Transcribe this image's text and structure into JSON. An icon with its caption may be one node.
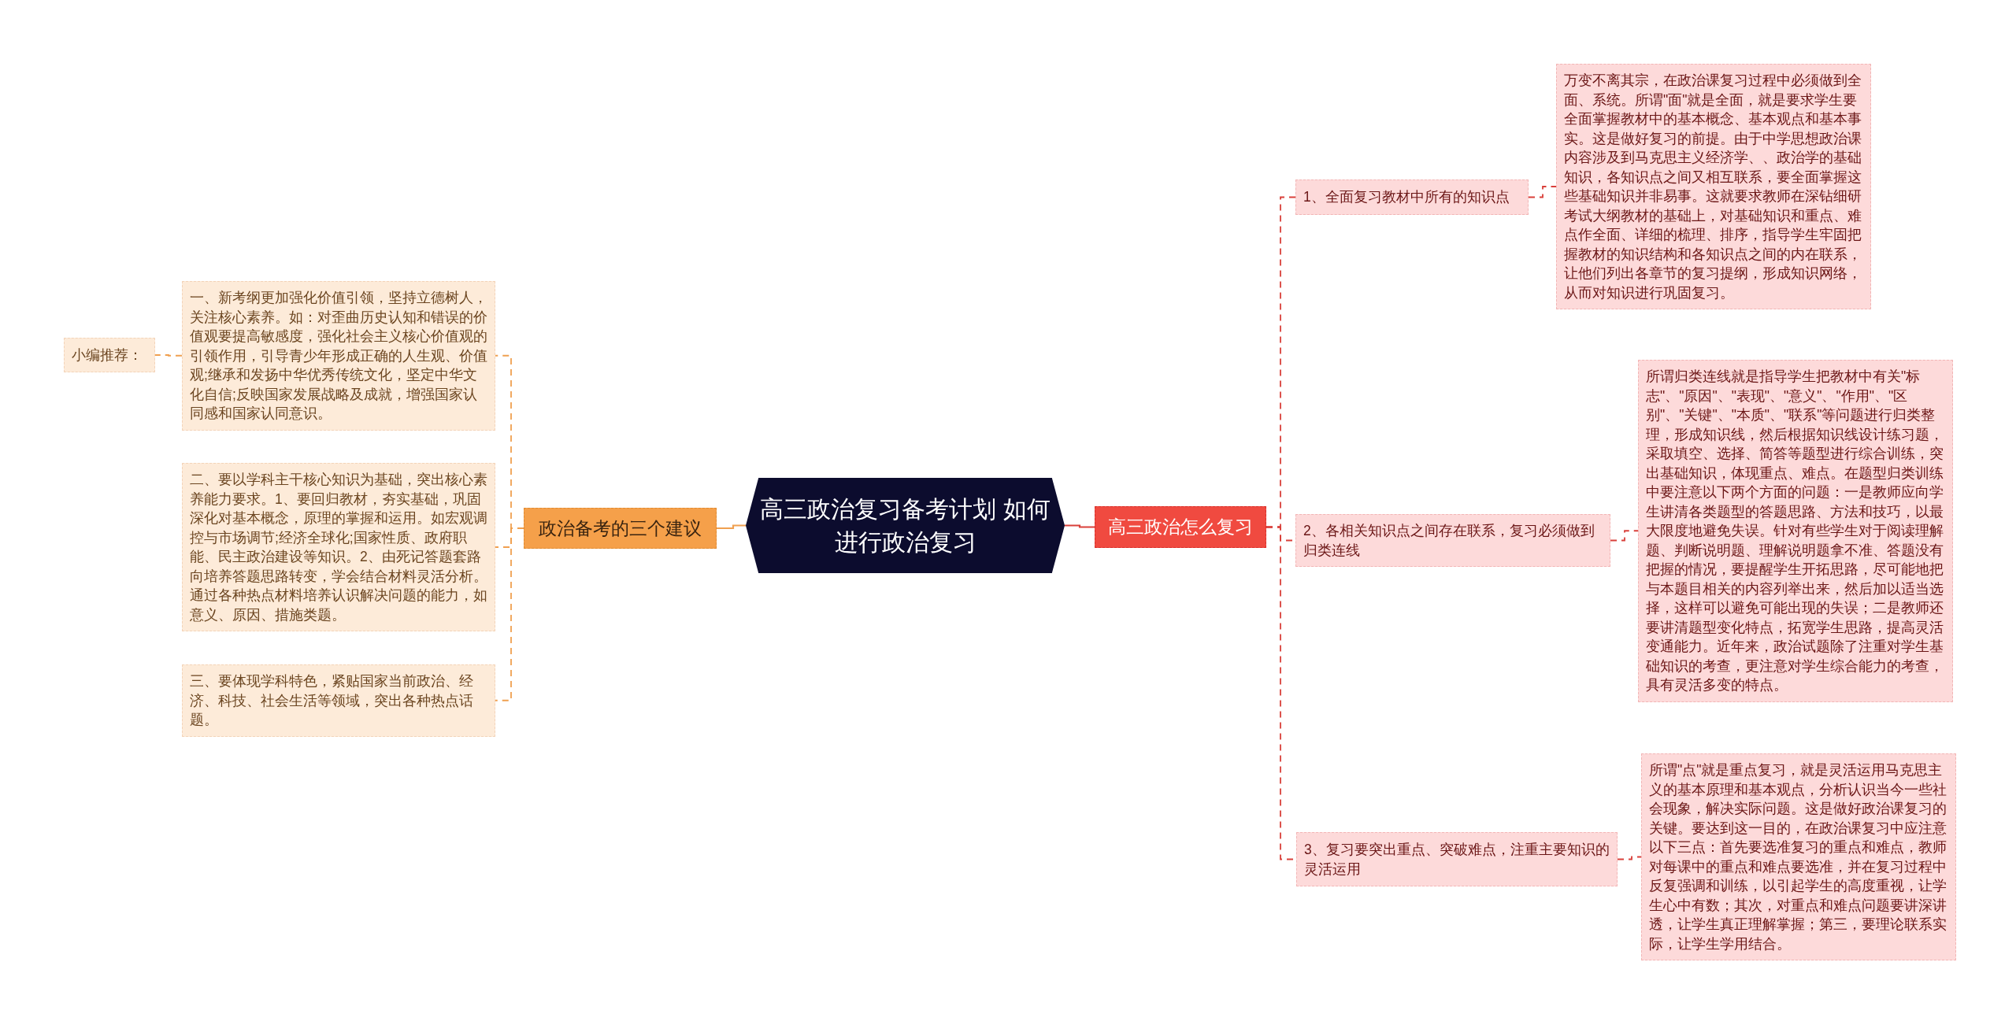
{
  "diagram": {
    "nodes": [
      {
        "text": [
          "高三政治复习备考计划 如何进行政治复习"
        ]
      },
      {
        "text": [
          "政治备考的三个建议"
        ]
      },
      {
        "text": [
          "一、新考纲更加强化价值引领，坚持立德树人，关注核心素养。如：对歪曲历史认知和错误的价值观要提高敏感度，强化社会主义核心价值观的引领作用，引导青少年形成正确的人生观、价值观;继承和发扬中华优秀传统文化，坚定中华文化自信;反映国家发展战略及成就，增强国家认同感和国家认同意识。"
        ]
      },
      {
        "text": [
          "小编推荐："
        ]
      },
      {
        "text": [
          "二、要以学科主干核心知识为基础，突出核心素养能力要求。1、要回归教材，夯实基础，巩固深化对基本概念，原理的掌握和运用。如宏观调控与市场调节;经济全球化;国家性质、政府职能、民主政治建设等知识。2、由死记答题套路向培养答题思路转变，学会结合材料灵活分析。通过各种热点材料培养认识解决问题的能力，如意义、原因、措施类题。"
        ]
      },
      {
        "text": [
          "三、要体现学科特色，紧贴国家当前政治、经济、科技、社会生活等领域，突出各种热点话题。"
        ]
      },
      {
        "text": [
          "高三政治怎么复习"
        ]
      },
      {
        "text": [
          "1、全面复习教材中所有的知识点"
        ]
      },
      {
        "text": [
          "万变不离其宗，在政治课复习过程中必须做到全面、系统。所谓\"面\"就是全面，就是要求学生要全面掌握教材中的基本概念、基本观点和基本事实。这是做好复习的前提。由于中学思想政治课内容涉及到马克思主义经济学、、政治学的基础知识，各知识点之间又相互联系，要全面掌握这些基础知识并非易事。这就要求教师在深钻细研考试大纲教材的基础上，对基础知识和重点、难点作全面、详细的梳理、排序，指导学生牢固把握教材的知识结构和各知识点之间的内在联系，让他们列出各章节的复习提纲，形成知识网络，从而对知识进行巩固复习。"
        ]
      },
      {
        "text": [
          "2、各相关知识点之间存在联系，复习必须做到归类连线"
        ]
      },
      {
        "text": [
          "所谓归类连线就是指导学生把教材中有关\"标志\"、\"原因\"、\"表现\"、\"意义\"、\"作用\"、\"区别\"、\"关键\"、\"本质\"、\"联系\"等问题进行归类整理，形成知识线，然后根据知识线设计练习题，采取填空、选择、简答等题型进行综合训练，突出基础知识，体现重点、难点。在题型归类训练中要注意以下两个方面的问题：一是教师应向学生讲清各类题型的答题思路、方法和技巧，以最大限度地避免失误。针对有些学生对于阅读理解题、判断说明题、理解说明题拿不准、答题没有把握的情况，要提醒学生开拓思路，尽可能地把与本题目相关的内容列举出来，然后加以适当选择，这样可以避免可能出现的失误；二是教师还要讲清题型变化特点，拓宽学生思路，提高灵活变通能力。近年来，政治试题除了注重对学生基础知识的考查，更注意对学生综合能力的考查，具有灵活多变的特点。"
        ]
      },
      {
        "text": [
          "3、复习要突出重点、突破难点，注重主要知识的灵活运用"
        ]
      },
      {
        "text": [
          "所谓\"点\"就是重点复习，就是灵活运用马克思主义的基本原理和基本观点，分析认识当今一些社会现象，解决实际问题。这是做好政治课复习的关键。要达到这一目的，在政治课复习中应注意以下三点：首先要选准复习的重点和难点，教师对每课中的重点和难点要选准，并在复习过程中反复强调和训练，以引起学生的高度重视，让学生心中有数；其次，对重点和难点问题要讲深讲透，让学生真正理解掌握；第三，要理论联系实际，让学生学用结合。"
        ]
      }
    ],
    "edges": [
      {
        "from": 0,
        "to": 1,
        "arrow": "none",
        "color": "#f0a050"
      },
      {
        "from": 1,
        "to": 2,
        "arrow": "none",
        "style": "dashed",
        "color": "#f0a050"
      },
      {
        "from": 2,
        "to": 3,
        "arrow": "none",
        "style": "dashed",
        "color": "#f0a050"
      },
      {
        "from": 1,
        "to": 4,
        "arrow": "none",
        "style": "dashed",
        "color": "#f0a050"
      },
      {
        "from": 1,
        "to": 5,
        "arrow": "none",
        "style": "dashed",
        "color": "#f0a050"
      },
      {
        "from": 0,
        "to": 6,
        "arrow": "none"
      },
      {
        "from": 6,
        "to": 7,
        "arrow": "none",
        "style": "dashed"
      },
      {
        "from": 7,
        "to": 8,
        "arrow": "none",
        "style": "dashed"
      },
      {
        "from": 6,
        "to": 9,
        "arrow": "none",
        "style": "dashed"
      },
      {
        "from": 9,
        "to": 10,
        "arrow": "none",
        "style": "dashed"
      },
      {
        "from": 6,
        "to": 11,
        "arrow": "none",
        "style": "dashed"
      },
      {
        "from": 11,
        "to": 12,
        "arrow": "none",
        "style": "dashed"
      }
    ]
  }
}
